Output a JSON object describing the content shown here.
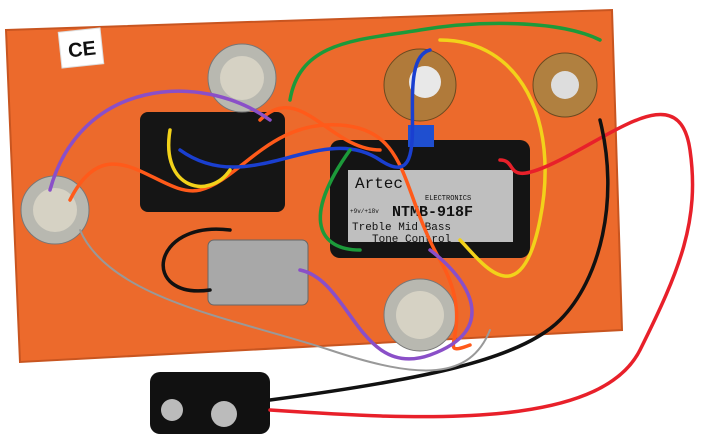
{
  "photo": {
    "ce_mark": "CE",
    "module": {
      "brand": "Artec",
      "maker": "ELECTRONICS",
      "voltage": "+9v/+18v",
      "model": "NTMB-918F",
      "line1": "Treble Mid Bass",
      "line2": "Tone Control"
    }
  },
  "colors": {
    "board": "#ec6a2c",
    "module": "#111111",
    "wire_orange": "#ff5a1a",
    "wire_purple": "#8a4fc8",
    "wire_blue": "#1a3fd0",
    "wire_green": "#1c9a3a",
    "wire_yellow": "#f2d21a",
    "wire_red": "#e8202a",
    "wire_black": "#111111"
  }
}
